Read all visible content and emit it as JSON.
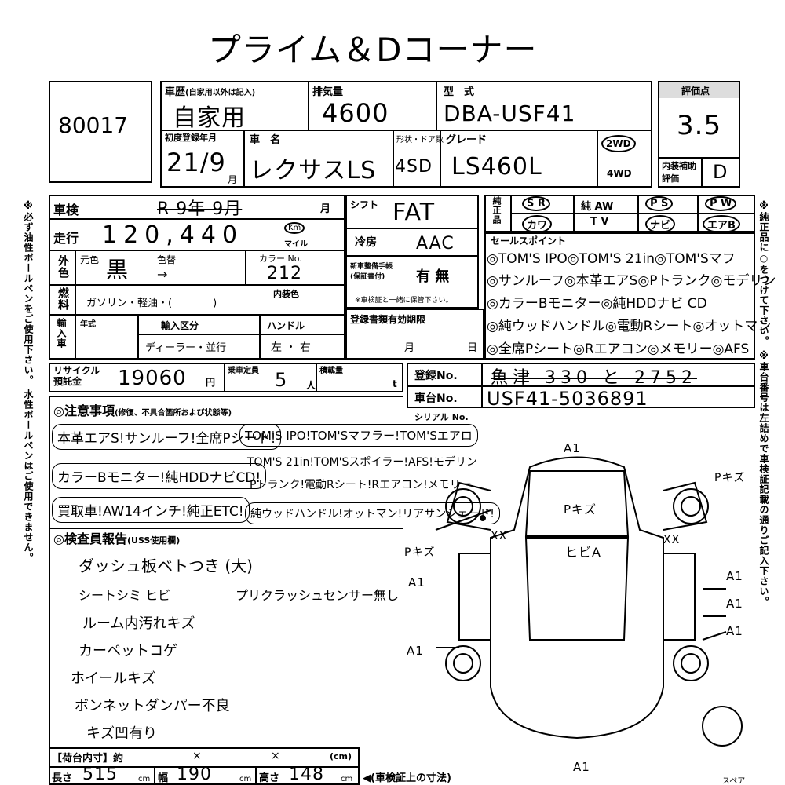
{
  "title": "プライム＆Dコーナー",
  "lot_number": "80017",
  "history": {
    "label": "車歴",
    "sub": "(自家用以外は記入)",
    "value": "自家用"
  },
  "displacement": {
    "label": "排気量",
    "value": "4600"
  },
  "model_code": {
    "label": "型　式",
    "value": "DBA-USF41"
  },
  "score": {
    "label": "評価点",
    "value": "3.5"
  },
  "first_reg": {
    "label": "初度登録年月",
    "value": "21/9",
    "unit": "月"
  },
  "car_name": {
    "label": "車　名",
    "value": "レクサスLS"
  },
  "body": {
    "label": "形状・ドア数",
    "value": "4SD"
  },
  "grade": {
    "label": "グレード",
    "value": "LS460L"
  },
  "drive": {
    "opt1": "2WD",
    "opt2": "4WD"
  },
  "interior_score": {
    "label": "内装補助評価",
    "value": "D"
  },
  "inspection": {
    "label": "車検",
    "value": "R 9年 9月",
    "unit": "月"
  },
  "mileage": {
    "label": "走行",
    "value": "120,440",
    "unit1": "Km",
    "unit2": "マイル"
  },
  "shift": {
    "label": "シフト",
    "value": "FAT"
  },
  "aircon": {
    "label": "冷房",
    "value": "AAC"
  },
  "equipment": {
    "label": "純正品",
    "items": [
      "S R",
      "純 AW",
      "P S",
      "P W",
      "カワ",
      "T V",
      "ナビ",
      "エアB"
    ]
  },
  "color": {
    "label": "外色",
    "orig_label": "元色",
    "orig_value": "黒",
    "change_label": "色替",
    "change_value": "→",
    "code_label": "カラー No.",
    "code_value": "212"
  },
  "new_car_warranty": {
    "label": "新車整備手帳\n(保証書付)",
    "value": "有 無",
    "note": "※車検証と一緒に保管下さい。"
  },
  "fuel": {
    "label": "燃料",
    "value": "ガソリン・軽油・(　　　　)",
    "interior_color_label": "内装色"
  },
  "sales_points": {
    "label": "セールスポイント",
    "lines": [
      "◎TOM'S IPO◎TOM'S 21in◎TOM'Sマフ",
      "◎サンルーフ◎本革エアS◎Pトランク◎モデリン",
      "◎カラーBモニター◎純HDDナビ CD",
      "◎純ウッドハンドル◎電動Rシート◎オットマン",
      "◎全席Pシート◎Rエアコン◎メモリー◎AFS"
    ]
  },
  "import": {
    "label": "輸入車",
    "year": "年式",
    "type_label": "輸入区分",
    "type_value": "ディーラー・並行",
    "handle_label": "ハンドル",
    "handle_value": "左 ・ 右"
  },
  "reg_expiry": {
    "label": "登録書類有効期限",
    "month": "月",
    "day": "日"
  },
  "recycle": {
    "label": "リサイクル預託金",
    "value": "19060",
    "unit": "円"
  },
  "capacity": {
    "label": "乗車定員",
    "value": "5",
    "unit": "人"
  },
  "load": {
    "label": "積載量",
    "unit": "t"
  },
  "plate": {
    "label": "登録No.",
    "value": "魚津 330 と 2752"
  },
  "chassis": {
    "label": "車台No.",
    "value": "USF41-5036891"
  },
  "serial": {
    "label": "シリアル No."
  },
  "notes": {
    "label": "注意事項",
    "sub": "(修復、不具合箇所および状態等)",
    "lines": [
      "本革エアS!サンルーフ!全席Pシート!",
      "カラーBモニター!純HDDナビCD!",
      "買取車!AW14インチ!純正ETC!"
    ],
    "extra": [
      "TOM'S IPO!TOM'Sマフラー!TOM'Sエアロ",
      "TOM'S 21in!TOM'Sスポイラー!AFS!モデリン",
      "Pトランク!電動Rシート!Rエアコン!メモリー",
      "純ウッドハンドル!オットマン!リアサンシェード!"
    ]
  },
  "inspector": {
    "label": "検査員報告",
    "sub": "(USS使用欄)",
    "lines": [
      "ダッシュ板ベトつき (大)",
      "シートシミ ヒビ",
      "ルーム内汚れキズ",
      "カーペットコゲ",
      "ホイールキズ",
      "ボンネットダンパー不良",
      "キズ凹有り"
    ],
    "extra": "プリクラッシュセンサー無し"
  },
  "diagram": {
    "marks": [
      "A1",
      "Pキズ",
      "XX",
      "XX",
      "Pキズ",
      "Pキズ",
      "ヒビA",
      "A1",
      "A1",
      "A1",
      "A1",
      "A1",
      "A1"
    ],
    "spare": "スペア"
  },
  "cargo": {
    "label": "【荷台内寸】約",
    "x1": "×",
    "x2": "×",
    "unit": "(cm)"
  },
  "dims": {
    "length_label": "長さ",
    "length": "515",
    "width_label": "幅",
    "width": "190",
    "height_label": "高さ",
    "height": "148",
    "unit": "cm",
    "note": "(車検証上の寸法)"
  },
  "side_left": "※必ず油性ボールペンをご使用下さい。 水性ボールペンはご使用できません。",
  "side_right": "※純正品に○をつけて下さい。 ※車台番号は左詰めで車検証記載の通りご記入下さい。"
}
